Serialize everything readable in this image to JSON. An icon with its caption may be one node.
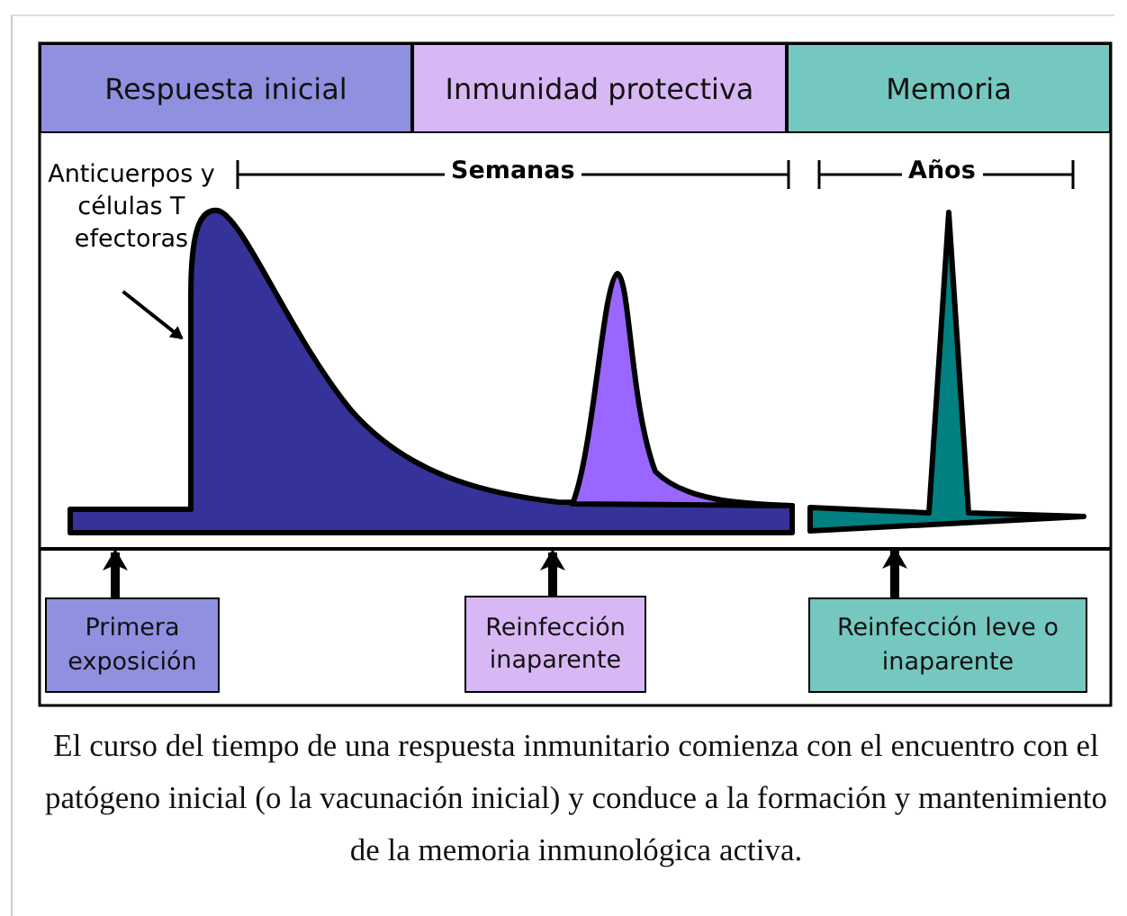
{
  "diagram": {
    "caption": "El curso del tiempo de una respuesta inmunitario comienza con el encuentro con el patógeno inicial (o la vacunación inicial) y conduce a la formación y mantenimiento de la memoria inmunológica activa.",
    "nodes": [
      {
        "text": [
          "Respuesta inicial"
        ]
      },
      {
        "text": [
          "Inmunidad protectiva"
        ]
      },
      {
        "text": [
          "Memoria"
        ]
      },
      {
        "text": [
          "Anticuerpos y células T efectoras"
        ]
      },
      {
        "text": [],
        "shape": "picture"
      },
      {
        "text": [],
        "shape": "picture"
      },
      {
        "text": [],
        "shape": "picture"
      },
      {
        "text": [
          "Primera exposición"
        ]
      },
      {
        "text": [
          "Reinfección inaparente"
        ]
      },
      {
        "text": [
          "Reinfección leve o inaparente"
        ]
      }
    ],
    "edges": [
      {
        "from": 3,
        "to": 4,
        "arrow": "to"
      },
      {
        "from": 7,
        "to": 4,
        "arrow": "to"
      },
      {
        "from": 8,
        "to": 4,
        "arrow": "to"
      },
      {
        "from": 9,
        "to": 6,
        "arrow": "to"
      }
    ],
    "labels": [
      "Semanas",
      "Años"
    ]
  }
}
